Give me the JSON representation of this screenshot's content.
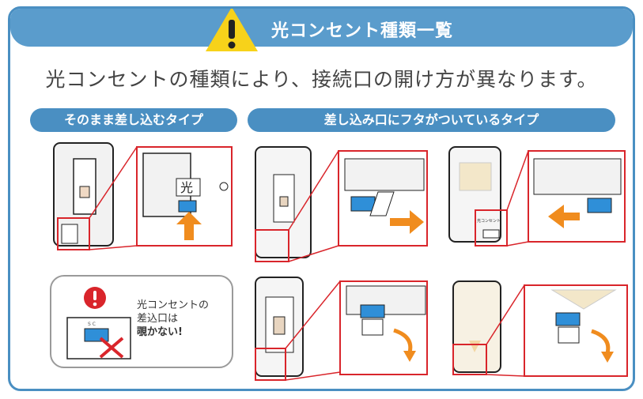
{
  "header": {
    "title": "光コンセント種類一覧"
  },
  "subtitle": "光コンセントの種類により、接続口の開け方が異なります。",
  "sections": {
    "direct": {
      "label": "そのまま差し込むタイプ"
    },
    "lid": {
      "label": "差し込み口にフタがついているタイプ"
    }
  },
  "illustrations": {
    "outlet_glyph": "光",
    "small_label_1": "光コンセント",
    "small_label_2": "S C"
  },
  "callout": {
    "line1": "光コンセントの",
    "line2": "差込口は",
    "line3": "覗かない!"
  },
  "colors": {
    "accent_blue": "#4a8fc2",
    "header_blue": "#5a9ccc",
    "warning_yellow": "#f7d21a",
    "arrow_orange": "#f08c1e",
    "highlight_red": "#d9252b",
    "connector_blue": "#2f8fd8"
  },
  "icons": {
    "warning": "warning-triangle-icon",
    "alert": "exclamation-icon",
    "forbidden": "x-mark-icon"
  }
}
